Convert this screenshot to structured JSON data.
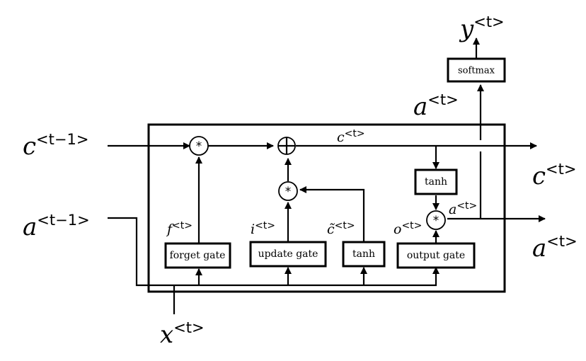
{
  "inputs": {
    "c_prev": {
      "var": "c",
      "sup": "<t−1>"
    },
    "a_prev": {
      "var": "a",
      "sup": "<t−1>"
    },
    "x": {
      "var": "x",
      "sup": "<t>"
    }
  },
  "outputs": {
    "y": {
      "var": "y",
      "sup": "<t>"
    },
    "a_top": {
      "var": "a",
      "sup": "<t>"
    },
    "c_out": {
      "var": "c",
      "sup": "<t>"
    },
    "a_out": {
      "var": "a",
      "sup": "<t>"
    }
  },
  "internal": {
    "c_line": {
      "var": "c",
      "sup": "<t>"
    },
    "f": {
      "var": "f",
      "sup": "<t>"
    },
    "i": {
      "var": "i",
      "sup": "<t>"
    },
    "c_tilde": {
      "var": "c̃",
      "sup": "<t>"
    },
    "o": {
      "var": "o",
      "sup": "<t>"
    },
    "a_inner": {
      "var": "a",
      "sup": "<t>"
    }
  },
  "boxes": {
    "softmax": "softmax",
    "forget_gate": "forget gate",
    "update_gate": "update gate",
    "tanh_candidate": "tanh",
    "output_gate": "output gate",
    "tanh_output": "tanh"
  },
  "operators": {
    "multiply": "*",
    "add": "⊕"
  }
}
